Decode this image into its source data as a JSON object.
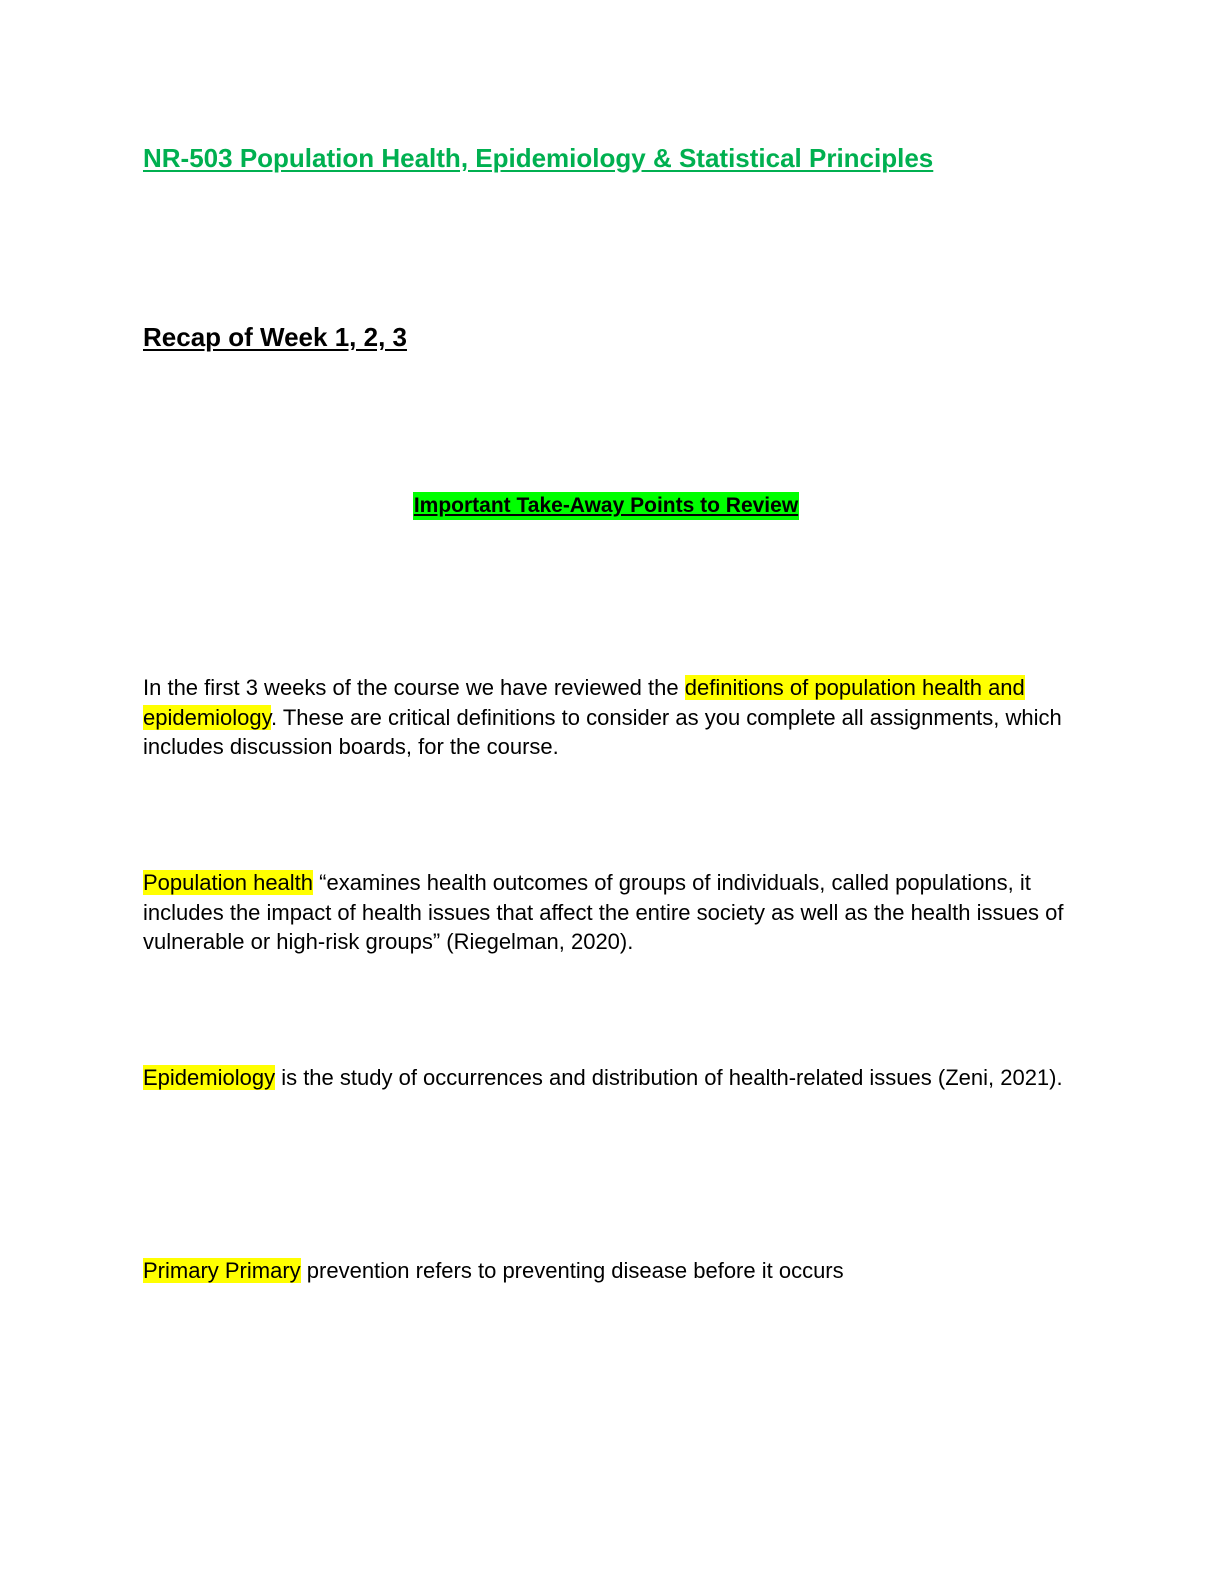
{
  "document": {
    "course_title": "NR-503 Population Health, Epidemiology & Statistical Principles",
    "recap_heading": "Recap of Week 1, 2, 3",
    "takeaway_heading": "Important Take-Away Points to Review",
    "paragraphs": {
      "intro": {
        "before": "In the first 3 weeks of the course we have reviewed the ",
        "highlight": "definitions of population health and epidemiology",
        "after": ".  These are critical definitions to consider as you complete all assignments, which includes discussion boards, for the course."
      },
      "population_health": {
        "highlight": "Population health",
        "after": " “examines health outcomes of groups of individuals, called populations, it includes the impact of health issues that affect the entire society as well as the health issues of vulnerable or high-risk groups” (Riegelman, 2020)."
      },
      "epidemiology": {
        "highlight": "Epidemiology",
        "after": " is the study of occurrences and distribution of health-related issues (Zeni, 2021)."
      },
      "primary_prevention": {
        "highlight": "Primary Primary",
        "after": " prevention refers to preventing disease before it occurs"
      }
    },
    "colors": {
      "title_green": "#00b050",
      "highlight_yellow": "#ffff00",
      "highlight_green": "#00ff00"
    }
  }
}
